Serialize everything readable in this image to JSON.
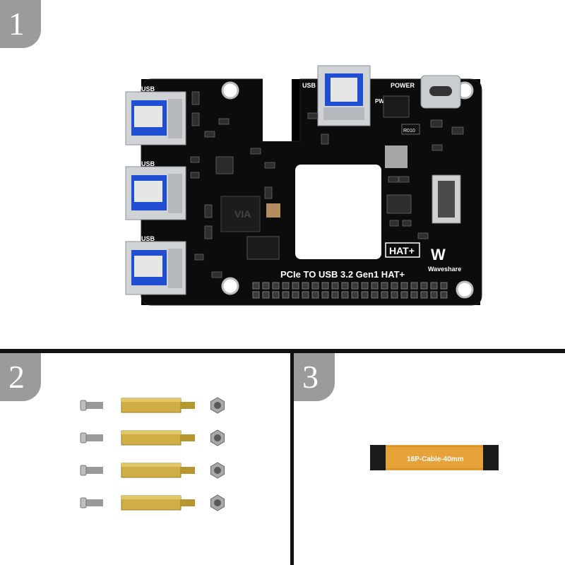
{
  "panels": [
    {
      "number": "1"
    },
    {
      "number": "2"
    },
    {
      "number": "3"
    }
  ],
  "board": {
    "title": "PCIe TO USB 3.2 Gen1 HAT+",
    "brand": "Waveshare",
    "hat_label": "HAT+",
    "usb_label": "USB",
    "power_label": "POWER",
    "pwr_label": "PWR",
    "resistor_label": "R010"
  },
  "accessories": {
    "screw_count": 4,
    "standoff_count": 4,
    "nut_count": 4
  },
  "cable": {
    "label": "16P-Cable-40mm"
  }
}
